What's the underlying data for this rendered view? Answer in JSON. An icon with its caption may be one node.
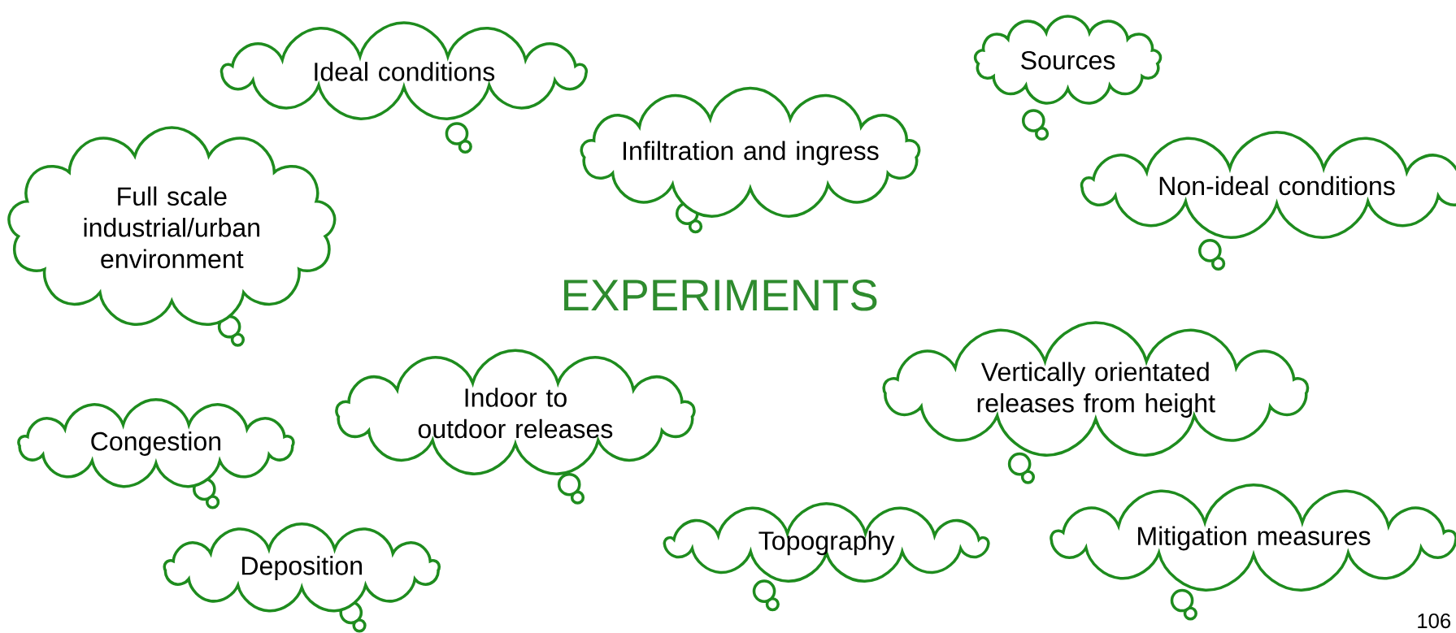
{
  "diagram": {
    "title": "EXPERIMENTS",
    "nodes": [
      {
        "text": [
          "Ideal conditions"
        ]
      },
      {
        "text": [
          "Sources"
        ]
      },
      {
        "text": [
          "Infiltration and ingress"
        ]
      },
      {
        "text": [
          "Full scale industrial/urban environment"
        ]
      },
      {
        "text": [
          "Non-ideal conditions"
        ]
      },
      {
        "text": [
          "Vertically orientated releases from height"
        ]
      },
      {
        "text": [
          "Indoor to outdoor releases"
        ]
      },
      {
        "text": [
          "Congestion"
        ]
      },
      {
        "text": [
          "Topography"
        ]
      },
      {
        "text": [
          "Mitigation measures"
        ]
      },
      {
        "text": [
          "Deposition"
        ]
      }
    ],
    "labels": [
      "106"
    ]
  }
}
